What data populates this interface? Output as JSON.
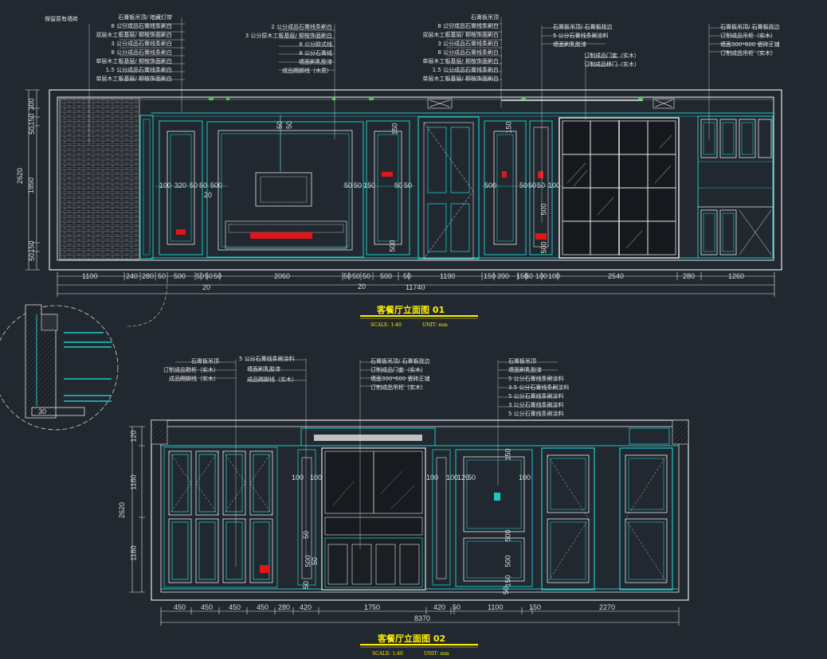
{
  "elevation1": {
    "title": "客餐厅立面图 01",
    "scale": "SCALE: 1:40",
    "unit": "UNIT: mm",
    "callouts_left": [
      "保留原有墙砖"
    ],
    "callouts_a": [
      "石膏板吊顶/ 暗藏灯带",
      "8 公分成品石膏线条刷白",
      "双层木工板基层/ 柳桉饰面刷白",
      "3 公分成品石膏线条刷白",
      "8 公分成品石膏线条刷白",
      "单层木工板基层/ 柳桉饰面刷白",
      "1.5 公分成品石膏线条刷白",
      "单层木工板基层/ 柳桉饰面刷白"
    ],
    "callouts_b": [
      "2 公分成品石膏线条刷白",
      "3 公分原木工板基层/ 柳桉饰面刷白",
      "8 公分欧式线",
      "8 公分石膏线",
      "墙面刷乳胶漆",
      "成品踢脚线（木质）"
    ],
    "callouts_c": [
      "石膏板吊顶",
      "8 公分成品石膏线条刷白",
      "双层木工板基层/ 柳桉饰面刷白",
      "3 公分成品石膏线条刷白",
      "8 公分成品石膏线条刷白",
      "单层木工板基层/ 柳桉饰面刷白",
      "1.5 公分成品石膏线条刷白",
      "单层木工板基层/ 柳桉饰面刷白"
    ],
    "callouts_d": [
      "石膏板吊顶/ 石膏板找边",
      "5 公分石膏线条刷涂料",
      "墙面刷乳胶漆",
      "订制成品门套（实木）",
      "订制成品移门（实木）"
    ],
    "callouts_e": [
      "石膏板吊顶/ 石膏板找边",
      "订制成品吊柜（实木）",
      "墙面300*600 瓷砖正铺",
      "订制成品吊柜（实木）"
    ],
    "dims_bottom": [
      "1100",
      "240",
      "280",
      "50",
      "500",
      "50",
      "50",
      "50",
      "2060",
      "50",
      "50",
      "50",
      "500",
      "50",
      "1190",
      "150",
      "390",
      "150",
      "50",
      "100",
      "100",
      "2540",
      "280",
      "1260"
    ],
    "total": "11740",
    "sub_left": "20",
    "sub_mid": "20",
    "dims_left": [
      "300",
      "150",
      "50",
      "1850",
      "150",
      "50"
    ],
    "total_height": "2620",
    "dims_inner": [
      "100",
      "320",
      "50",
      "50",
      "500",
      "20",
      "50",
      "50",
      "150",
      "50",
      "50",
      "500",
      "100",
      "50",
      "50",
      "50",
      "500",
      "50",
      "150",
      "50",
      "150",
      "500",
      "500"
    ],
    "detail_dim": "30"
  },
  "elevation2": {
    "title": "客餐厅立面图 02",
    "scale": "SCALE: 1:40",
    "unit": "UNIT: mm",
    "callouts_a": [
      "石膏板吊顶",
      "订制成品鞋柜（实木）",
      "成品踢脚线（实木）"
    ],
    "callouts_b": [
      "5 公分石膏线条刷涂料",
      "墙面刷乳胶漆",
      "成品踢脚线（实木）"
    ],
    "callouts_c": [
      "石膏板吊顶/ 石膏板找边",
      "订制成品门套（实木）",
      "墙面300*600 瓷砖正铺",
      "订制成品吊柜（实木）"
    ],
    "callouts_d": [
      "石膏板吊顶",
      "墙面刷乳胶漆",
      "5 公分石膏线条刷涂料",
      "3.5 公分石膏线条刷涂料",
      "5 公分石膏线条刷涂料",
      "3 公分石膏线条刷涂料",
      "5 公分石膏线条刷涂料"
    ],
    "dims_bottom": [
      "450",
      "450",
      "450",
      "450",
      "280",
      "420",
      "1750",
      "420",
      "50",
      "1100",
      "150",
      "2270"
    ],
    "total": "8370",
    "dims_left": [
      "120",
      "1180",
      "1180"
    ],
    "total_height": "2620",
    "dims_inner": [
      "100",
      "100",
      "100",
      "100",
      "50",
      "50",
      "120",
      "50",
      "100",
      "150",
      "500",
      "500",
      "150",
      "50",
      "500",
      "50"
    ]
  }
}
